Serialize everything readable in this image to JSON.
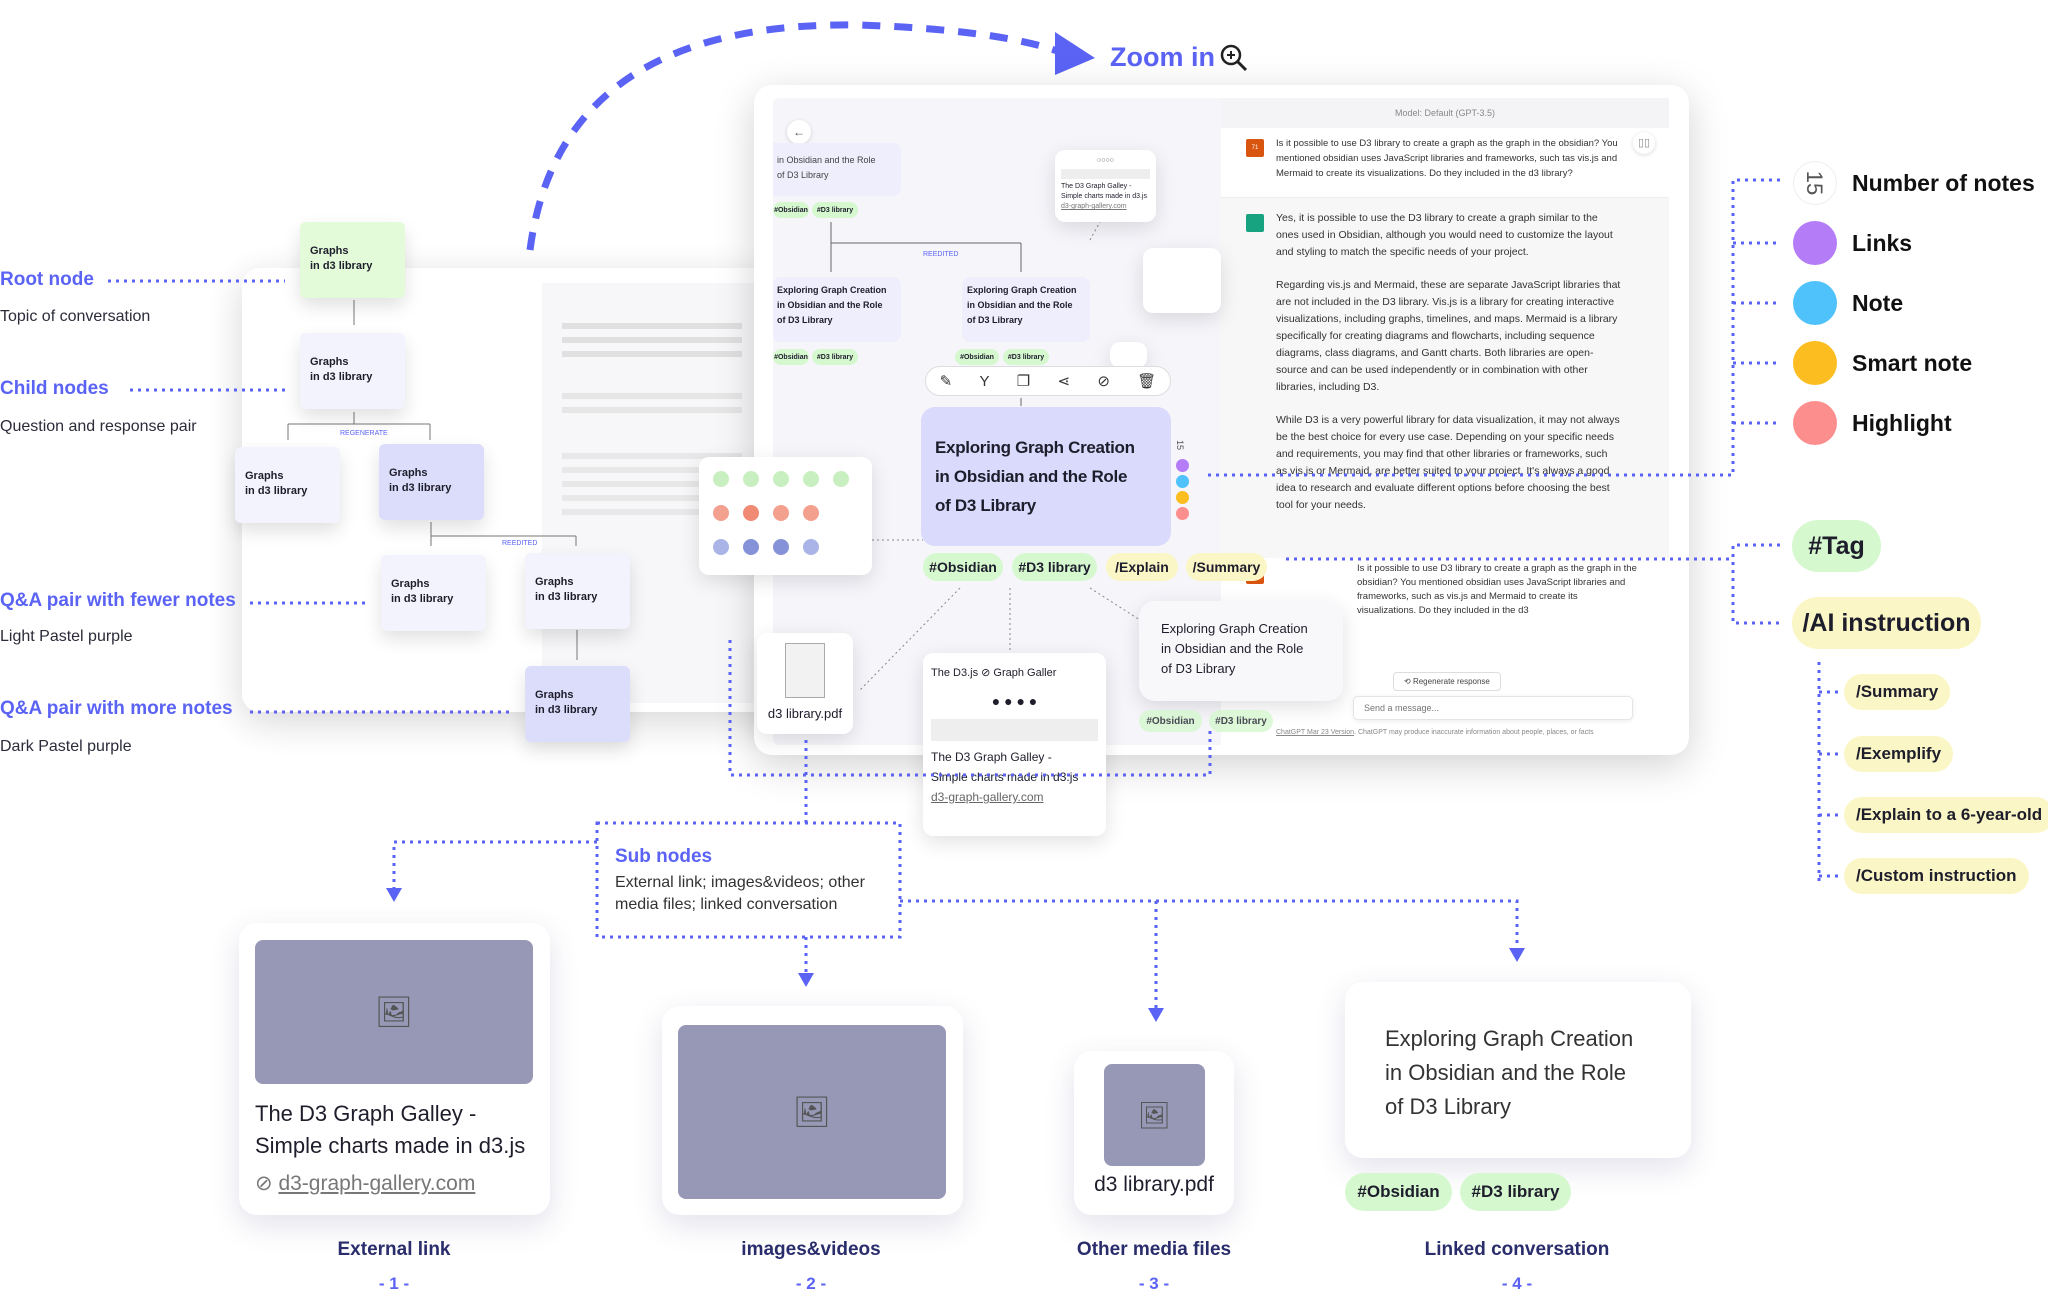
{
  "zoom_label": "Zoom in",
  "colors": {
    "accent": "#5b63f5",
    "links": "#b57cf7",
    "note": "#4fc1fb",
    "smart_note": "#fbbd1f",
    "highlight": "#fc8e8e",
    "tag": "#d6f8cf",
    "instruction": "#fbf6c5"
  },
  "annotations": {
    "root": {
      "title": "Root node",
      "desc": "Topic of conversation"
    },
    "child": {
      "title": "Child nodes",
      "desc": "Question and response pair"
    },
    "fewer": {
      "title": "Q&A pair with fewer notes",
      "desc": "Light Pastel purple"
    },
    "more": {
      "title": "Q&A pair with more notes",
      "desc": "Dark Pastel purple"
    }
  },
  "bg_tree": {
    "node_label_1": "Graphs",
    "node_label_2": "in d3 library",
    "regenerate": "REGENERATE",
    "reedited": "REEDITED"
  },
  "main": {
    "model": "Model: Default (GPT-3.5)",
    "node_title_a": "Exploring Graph Creation",
    "node_title_b": "in Obsidian and the Role",
    "node_title_c": "of D3 Library",
    "reedited": "REEDITED",
    "note_count": "15",
    "tags": [
      "#Obsidian",
      "#D3 library",
      "/Explain",
      "/Summary"
    ],
    "tag_short": [
      "#Obsidian",
      "#D3 library"
    ],
    "link_card": {
      "title_a": "The D3 Graph Galley -",
      "title_b": "Simple charts made in d3.js",
      "url": "d3-graph-gallery.com",
      "site": "The D3.js",
      "site2": "Graph Galler"
    },
    "pdf_name": "d3 library.pdf",
    "user_avatar": "71",
    "messages": [
      "Is it possible to use D3 library to create a graph as the graph in the obsidian? You mentioned obsidian uses JavaScript libraries and frameworks, such tas vis.js and Mermaid to create its visualizations. Do they included in the d3 library?",
      "Yes, it is possible to use the D3 library to create a graph similar to the ones used in Obsidian, although you would need to customize the layout and styling to match the specific needs of your project.",
      "Regarding vis.js and Mermaid, these are separate JavaScript libraries that are not included in the D3 library. Vis.js is a library for creating interactive visualizations, including graphs, timelines, and maps. Mermaid is a library specifically for creating diagrams and flowcharts, including sequence diagrams, class diagrams, and Gantt charts. Both libraries are open-source and can be used independently or in combination with other libraries, including D3.",
      "While D3 is a very powerful library for data visualization, it may not always be the best choice for every use case. Depending on your specific needs and requirements, you may find that other libraries or frameworks, such as vis.js or Mermaid, are better suited to your project. It's always a good idea to research and evaluate different options before choosing the best tool for your needs.",
      "Is it possible to use D3 library to create a graph as the graph in the obsidian? You mentioned obsidian uses JavaScript libraries and frameworks, such as vis.js and Mermaid to create its visualizations. Do they included in the d3"
    ],
    "regenerate": "Regenerate response",
    "input_placeholder": "Send a message...",
    "footer_link": "ChatGPT Mar 23 Version",
    "footer": ". ChatGPT may produce inaccurate information about people, places, or facts"
  },
  "legend": {
    "items": [
      {
        "label": "Number of notes",
        "value": "15"
      },
      {
        "label": "Links"
      },
      {
        "label": "Note"
      },
      {
        "label": "Smart note"
      },
      {
        "label": "Highlight"
      }
    ],
    "tag": "#Tag",
    "ai": "/AI instruction",
    "instructions": [
      "/Summary",
      "/Exemplify",
      "/Explain to a 6-year-old",
      "/Custom instruction"
    ]
  },
  "subnodes": {
    "title": "Sub nodes",
    "desc_a": "External link; images&videos; other",
    "desc_b": "media files; linked conversation"
  },
  "bottom": {
    "card1": {
      "title_a": "The D3 Graph Galley -",
      "title_b": "Simple charts made in d3.js",
      "url": "d3-graph-gallery.com"
    },
    "card3": {
      "name": "d3 library.pdf"
    },
    "card4": {
      "title_a": "Exploring Graph Creation",
      "title_b": "in Obsidian and the Role",
      "title_c": "of D3 Library",
      "tags": [
        "#Obsidian",
        "#D3 library"
      ]
    },
    "captions": [
      "External link",
      "images&videos",
      "Other media files",
      "Linked conversation"
    ],
    "numbers": [
      "- 1 -",
      "- 2 -",
      "- 3 -",
      "- 4 -"
    ]
  }
}
